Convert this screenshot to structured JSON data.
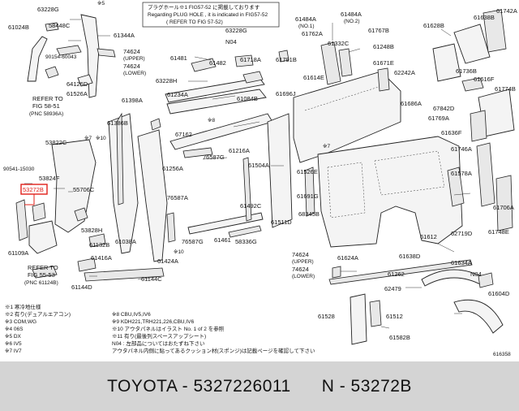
{
  "header_note": {
    "line1": "プラグホール※1 FIG57-52 に掲載しております",
    "line2": "Regarding PLUG HOLE , it is indicated in FIG57-52",
    "line3": "( REFER TO FIG 57-52)"
  },
  "highlighted_part": "53272B",
  "colors": {
    "highlight": "#e0201a",
    "footer_bg": "#d4d4d4"
  },
  "labels": {
    "l63228G": "63228G",
    "l58448C": "58448C",
    "l61024B": "61024B",
    "l61344A": "61344A",
    "l90154": "90154-60043",
    "l74624a": "74624",
    "l74624a_sub": "(UPPER)",
    "l74624b": "74624",
    "l74624b_sub": "(LOWER)",
    "l64126D": "64126D",
    "l61526A": "61526A",
    "lrefer1": "REFER TO",
    "lrefer1b": "FIG 58-51",
    "lrefer1c": "(PNC 58936A)",
    "l61481": "61481",
    "l61482": "61482",
    "l61718A": "61718A",
    "l61791B": "61791B",
    "l63228H": "63228H",
    "l61234A": "61234A",
    "l61398A": "61398A",
    "l61084B": "61084B",
    "l61484A": "61484A",
    "l61484A_sub": "(NO.1)",
    "l61484A2": "61484A",
    "l61484A2_sub": "(NO.2)",
    "l61762A": "61762A",
    "l61767B": "61767B",
    "l61332C": "61332C",
    "l61248B": "61248B",
    "l61671E": "61671E",
    "l61614E": "61614E",
    "l61696J": "61696J",
    "l62242A": "62242A",
    "l61686A": "61686A",
    "l61638B": "61638B",
    "l61742A": "61742A",
    "l61628B": "61628B",
    "l61736B": "61736B",
    "l61616F": "61616F",
    "l61774B": "61774B",
    "l67842D": "67842D",
    "l61769A": "61769A",
    "l61636F": "61636F",
    "l61746A": "61746A",
    "l61578A": "61578A",
    "l61706A": "61706A",
    "l61748E": "61748E",
    "l61386B": "61386B",
    "l67162": "67162",
    "l53822C": "53822C",
    "l90541": "90541-15030",
    "l53824F": "53824F",
    "l53272B": "53272B",
    "l55706C": "55706C",
    "l61216A": "61216A",
    "l76587G": "76587G",
    "l61256A": "61256A",
    "l61504A": "61504A",
    "l61526E": "61526E",
    "l61691G": "61691G",
    "l68345B": "68345B",
    "l61492C": "61492C",
    "l61511D": "61511D",
    "l61612": "61612",
    "l62719D": "62719D",
    "l76587A": "76587A",
    "l53828H": "53828H",
    "l61038A": "61038A",
    "l61132B": "61132B",
    "l61461": "61461",
    "l58336G": "58336G",
    "l76587G2": "76587G",
    "l61109A": "61109A",
    "l61416A": "61416A",
    "l61424A": "61424A",
    "l74624c": "74624",
    "l74624c_sub": "(UPPER)",
    "l74624d": "74624",
    "l74624d_sub": "(LOWER)",
    "l61624A": "61624A",
    "l61638D": "61638D",
    "l61634A": "61634A",
    "lN04": "N04",
    "l61604D": "61604D",
    "l61262": "61262",
    "l62479": "62479",
    "l61528": "61528",
    "l61512": "61512",
    "l61582B": "61582B",
    "l61144C": "61144C",
    "l61144D": "61144D",
    "lrefer2": "REFER TO",
    "lrefer2b": "FIG 55-53",
    "lrefer2c": "(PNC 61124B)",
    "l7x": "※7",
    "l10x": "※10",
    "l7x2": "※7",
    "l10x2": "※10",
    "l5x": "※5",
    "l8x": "※8"
  },
  "legend": [
    "※1 寒冷地仕様",
    "※2 有り(デュアルエアコン)",
    "※3 COM,WG",
    "※4 06S",
    "※5 DX",
    "※6 IV5",
    "※7 IV7"
  ],
  "legend2": [
    "※8 CBU,IV5,IV6",
    "※9 KDH221,TRH221,226,CBU,IV6",
    "※10 アウタパネルはイラスト No. 1 of 2 を参照",
    "※11 有り(最後列スペースアップシート)",
    "N04 : 左部品についてはおたずね下さい",
    "アウタパネル内側に貼ってあるクッション材(スポンジ)は記載ページを確認して下さい"
  ],
  "figure_id": "616358",
  "footer": "TOYOTA - 5327226011      N - 53272B"
}
